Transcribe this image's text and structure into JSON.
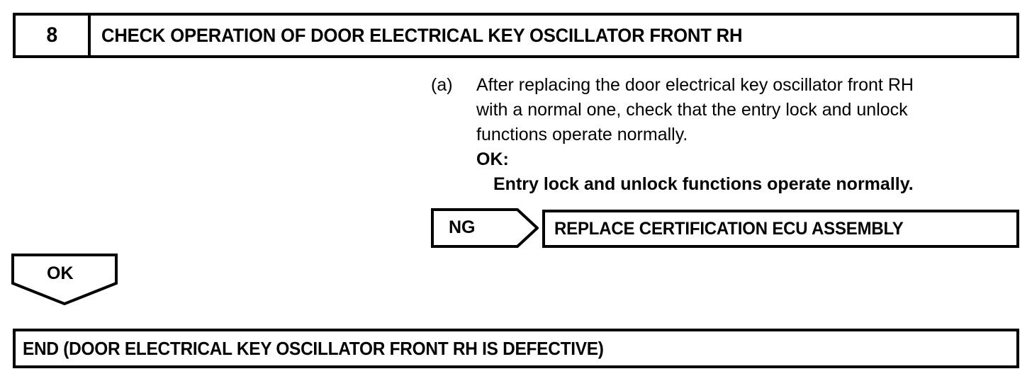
{
  "step": {
    "number": "8",
    "title": "CHECK OPERATION OF DOOR ELECTRICAL KEY OSCILLATOR FRONT RH"
  },
  "procedure": {
    "marker": "(a)",
    "lines": [
      "After replacing the door electrical key oscillator front RH",
      "with a normal one, check that the entry lock and unlock",
      "functions operate normally."
    ],
    "ok_heading": "OK:",
    "ok_criteria": "Entry lock and unlock functions operate normally."
  },
  "branches": {
    "ng": {
      "label": "NG",
      "result": "REPLACE CERTIFICATION ECU ASSEMBLY"
    },
    "ok": {
      "label": "OK"
    }
  },
  "end": {
    "text": "END (DOOR ELECTRICAL KEY OSCILLATOR FRONT RH IS DEFECTIVE)"
  },
  "colors": {
    "ink": "#000000",
    "paper": "#ffffff"
  }
}
